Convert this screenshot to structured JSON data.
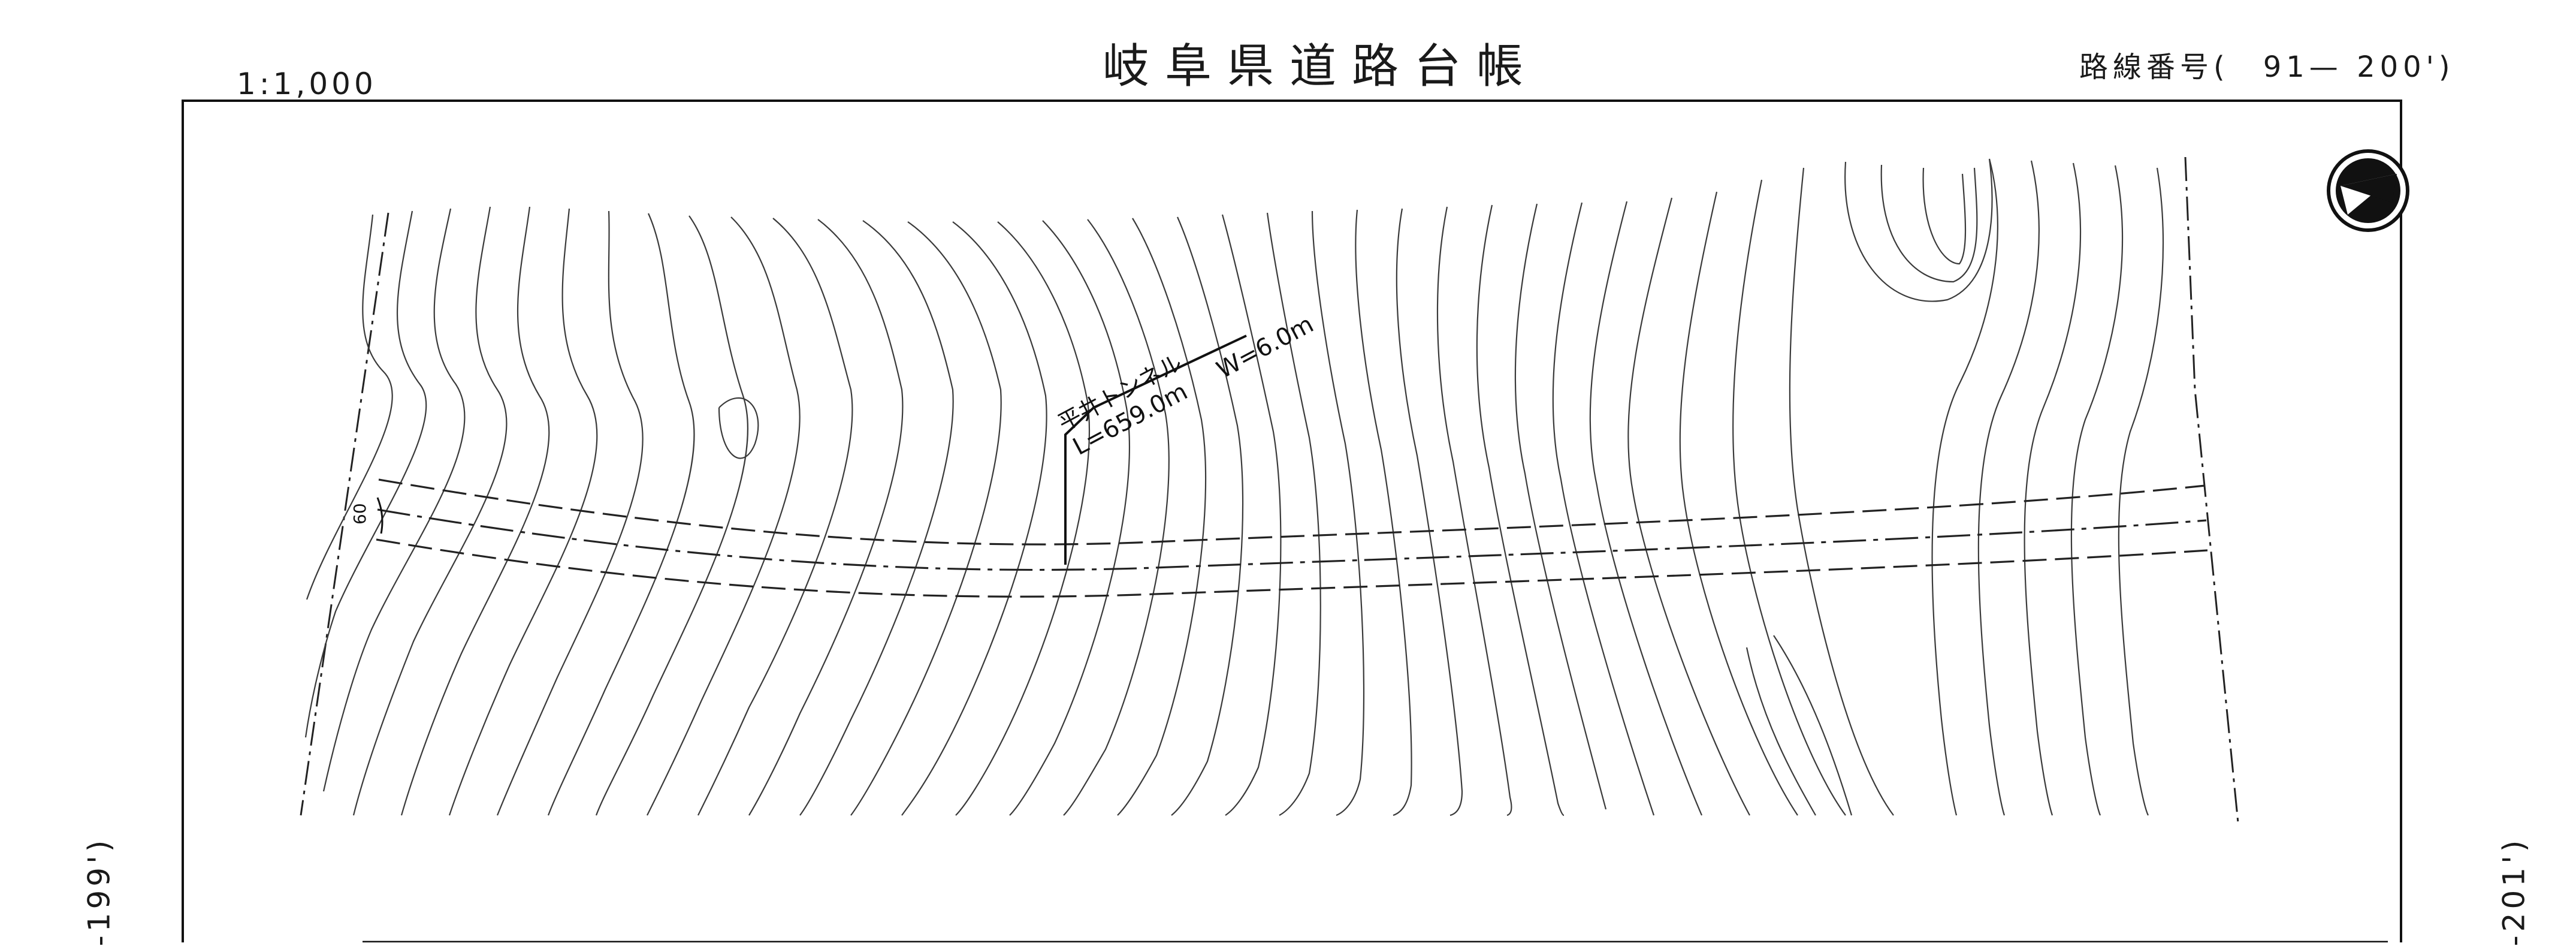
{
  "header": {
    "scale": "1:1,000",
    "title": "岐阜県道路台帳",
    "route_number": "路線番号(　91— 200')"
  },
  "adjacent_sheets": {
    "previous": "-199')",
    "next": "-201')"
  },
  "map": {
    "tunnel": {
      "name": "平井トンネル",
      "length_label": "L=659.0m",
      "width_label": "W=6.0m"
    },
    "elevation_label": "60",
    "north_arrow_icon": "north-arrow-icon"
  }
}
